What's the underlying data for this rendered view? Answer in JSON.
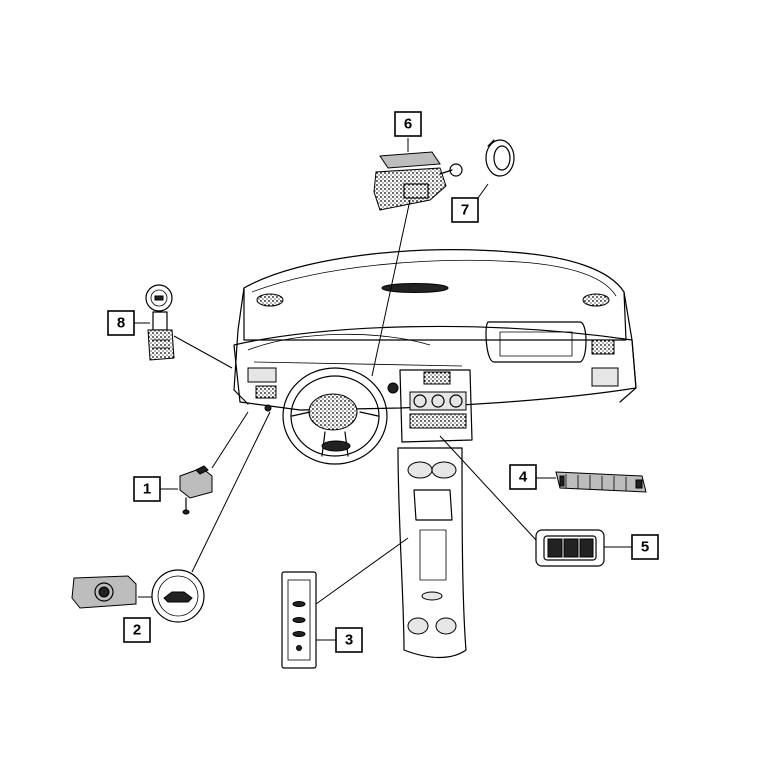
{
  "diagram": {
    "callouts": [
      {
        "id": "1",
        "label": "1"
      },
      {
        "id": "2",
        "label": "2"
      },
      {
        "id": "3",
        "label": "3"
      },
      {
        "id": "4",
        "label": "4"
      },
      {
        "id": "5",
        "label": "5"
      },
      {
        "id": "6",
        "label": "6"
      },
      {
        "id": "7",
        "label": "7"
      },
      {
        "id": "8",
        "label": "8"
      }
    ],
    "parts": [
      {
        "callout": "1",
        "icon": "switch-connector-icon"
      },
      {
        "callout": "2",
        "icon": "trunk-release-switch-icon"
      },
      {
        "callout": "3",
        "icon": "switch-bezel-panel-icon"
      },
      {
        "callout": "4",
        "icon": "switch-strip-icon"
      },
      {
        "callout": "5",
        "icon": "window-switch-icon"
      },
      {
        "callout": "6",
        "icon": "steering-column-switch-icon"
      },
      {
        "callout": "7",
        "icon": "ring-bezel-icon"
      },
      {
        "callout": "8",
        "icon": "ignition-switch-icon"
      }
    ]
  }
}
